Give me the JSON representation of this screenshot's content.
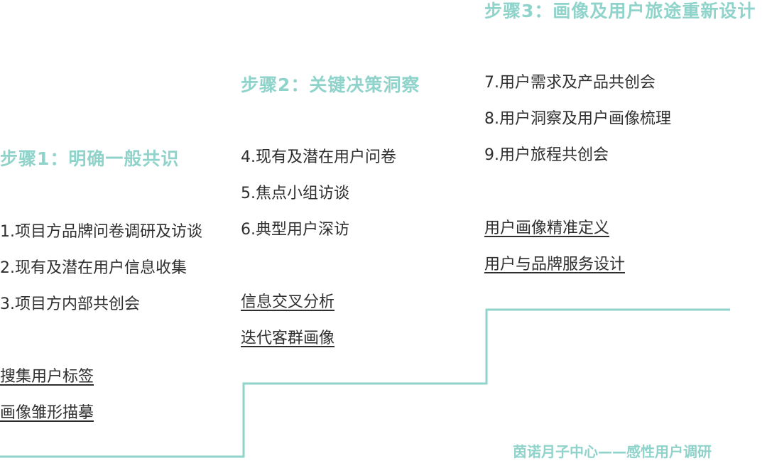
{
  "colors": {
    "accent": "#8fd3cb",
    "text": "#2f2f2f"
  },
  "steps": [
    {
      "title": "步骤1：明确一般共识",
      "items": [
        "1.项目方品牌问卷调研及访谈",
        "2.现有及潜在用户信息收集",
        "3.项目方内部共创会"
      ],
      "outcomes": [
        "搜集用户标签",
        "画像雏形描摹"
      ]
    },
    {
      "title": "步骤2：关键决策洞察",
      "items": [
        "4.现有及潜在用户问卷",
        "5.焦点小组访谈",
        "6.典型用户深访"
      ],
      "outcomes": [
        "信息交叉分析",
        "迭代客群画像"
      ]
    },
    {
      "title": "步骤3：画像及用户旅途重新设计",
      "items": [
        "7.用户需求及产品共创会",
        "8.用户洞察及用户画像梳理",
        "9.用户旅程共创会"
      ],
      "outcomes": [
        "用户画像精准定义",
        "用户与品牌服务设计"
      ]
    }
  ],
  "footer": "茵诺月子中心——感性用户调研"
}
